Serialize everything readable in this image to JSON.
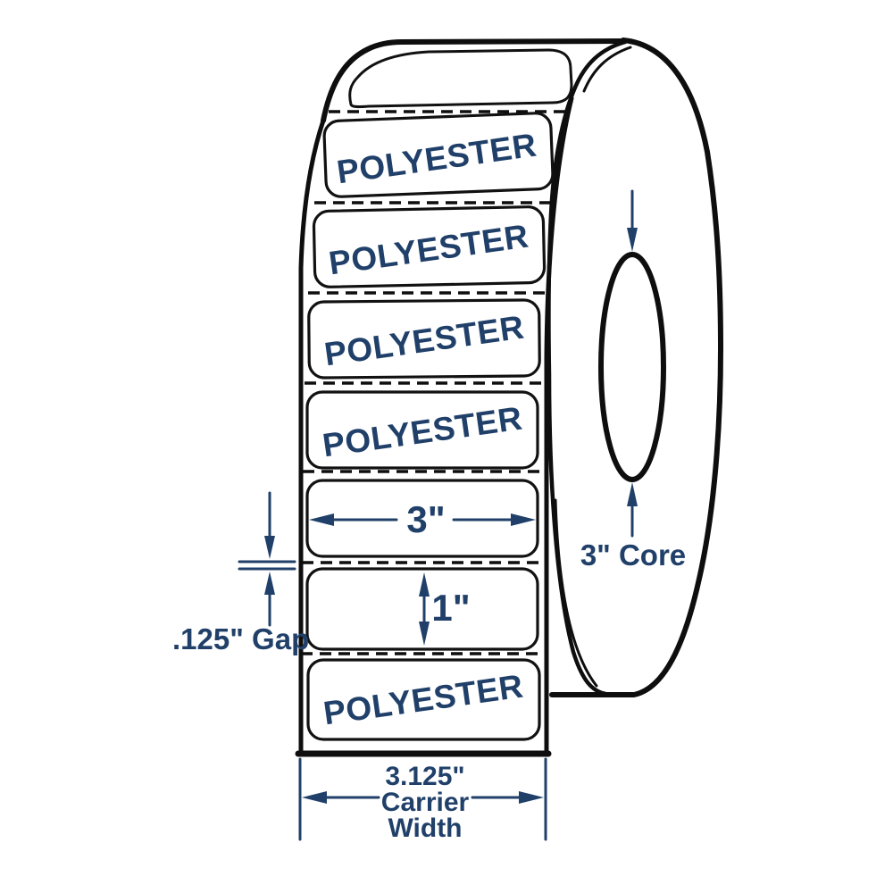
{
  "roll": {
    "label_text": "POLYESTER"
  },
  "dimensions": {
    "label_width": "3\"",
    "label_height": "1\"",
    "gap": ".125\" Gap",
    "core": "3\" Core",
    "carrier_width": [
      "3.125\"",
      "Carrier",
      "Width"
    ]
  },
  "colors": {
    "line": "#0e0e0e",
    "dimension": "#20406a",
    "background": "#ffffff",
    "label_fill": "#ffffff"
  }
}
